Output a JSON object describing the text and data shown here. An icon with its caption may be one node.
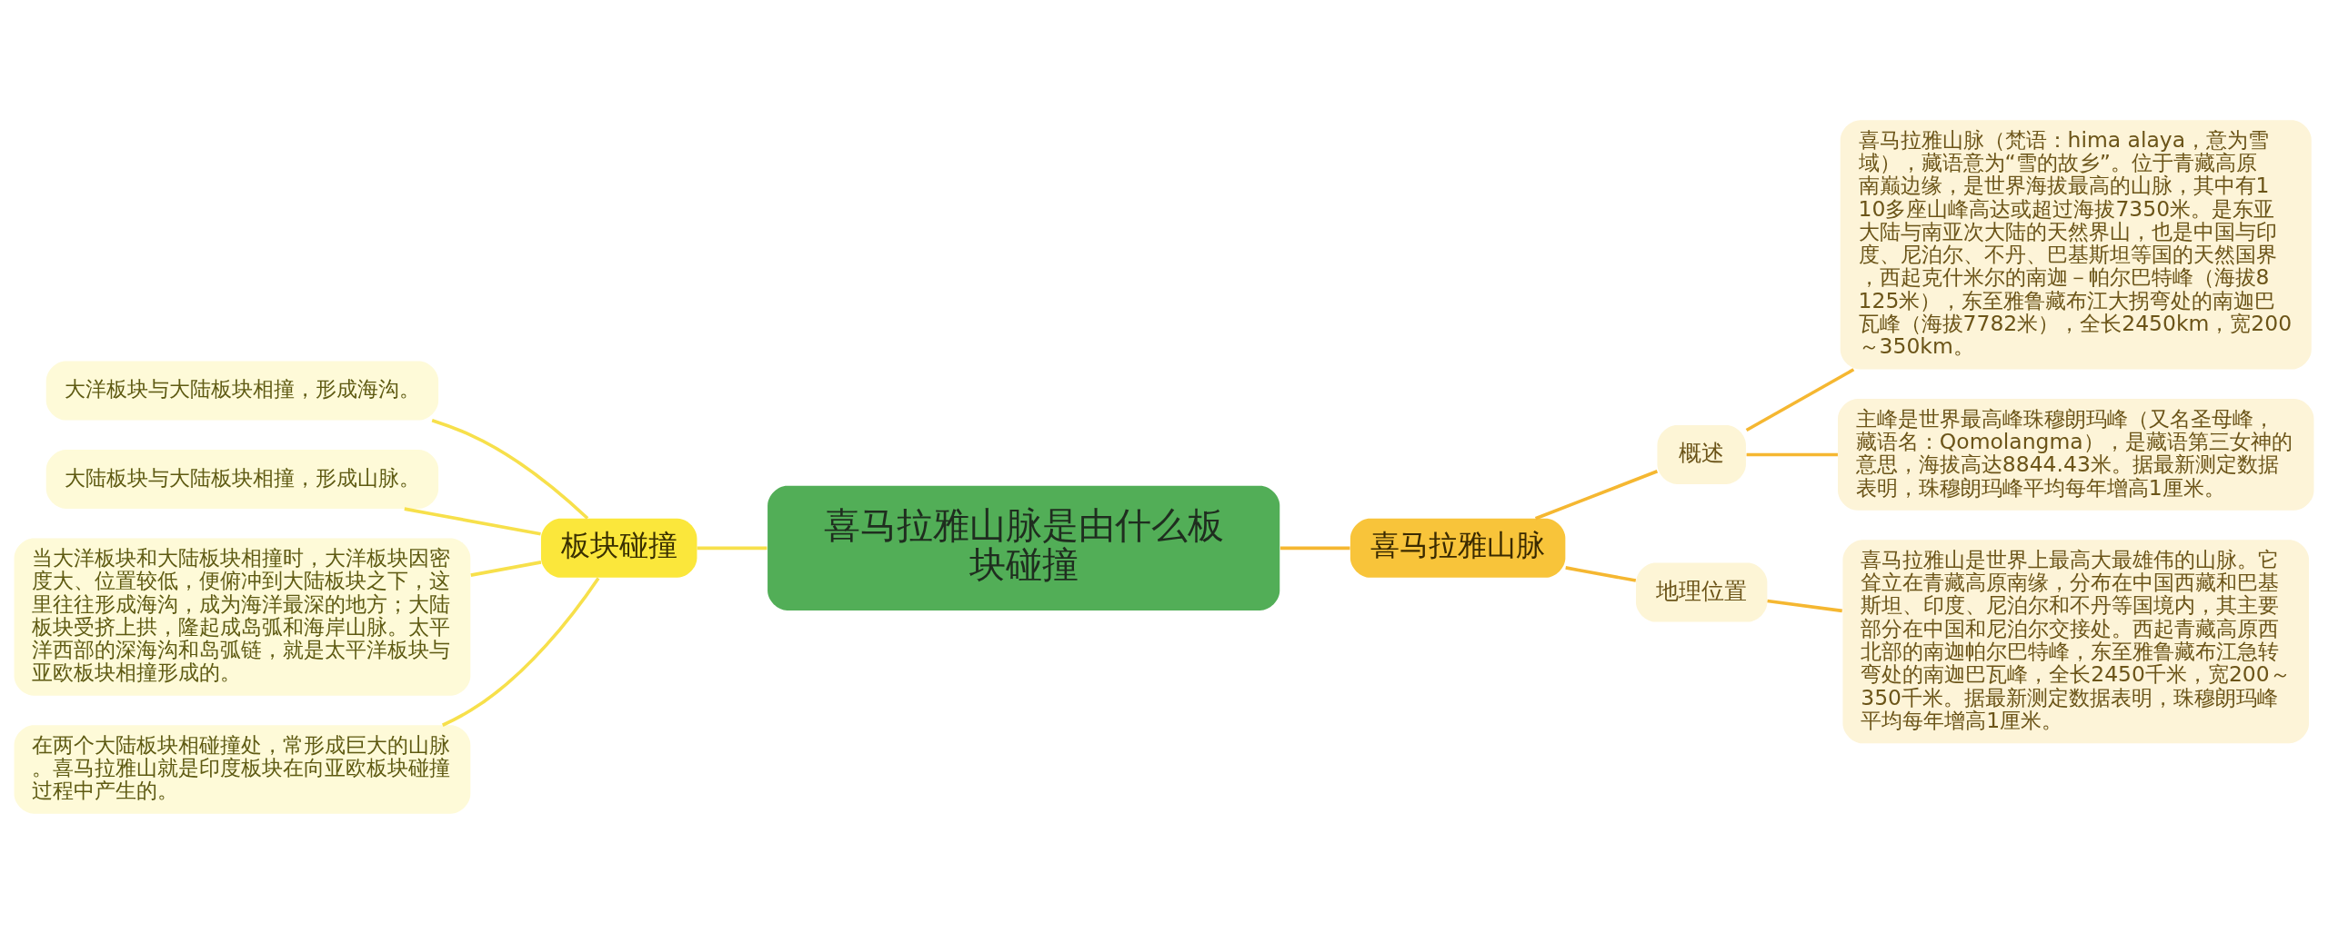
{
  "diagram": {
    "nodes": [
      {
        "text": [
          "喜马拉雅山脉是由什么板块碰撞"
        ]
      },
      {
        "text": [
          "板块碰撞"
        ]
      },
      {
        "text": [
          "大洋板块与大陆板块相撞，形成海沟。"
        ]
      },
      {
        "text": [
          "大陆板块与大陆板块相撞，形成山脉。"
        ]
      },
      {
        "text": [
          "当大洋板块和大陆板块相撞时，大洋板块因密度大、位置较低，便俯冲到大陆板块之下，这里往往形成海沟，成为海洋最深的地方；大陆板块受挤上拱，隆起成岛弧和海岸山脉。太平洋西部的深海沟和岛弧链，就是太平洋板块与亚欧板块相撞形成的。"
        ]
      },
      {
        "text": [
          "在两个大陆板块相碰撞处，常形成巨大的山脉。喜马拉雅山就是印度板块在向亚欧板块碰撞过程中产生的。"
        ]
      },
      {
        "text": [
          "喜马拉雅山脉"
        ]
      },
      {
        "text": [
          "概述"
        ]
      },
      {
        "text": [
          "喜马拉雅山脉（梵语：hima alaya，意为雪域），藏语意为“雪的故乡”。位于青藏高原南巅边缘，是世界海拔最高的山脉，其中有110多座山峰高达或超过海拔7350米。是东亚大陆与南亚次大陆的天然界山，也是中国与印度、尼泊尔、不丹、巴基斯坦等国的天然国界，西起克什米尔的南迦－帕尔巴特峰（海拔8125米），东至雅鲁藏布江大拐弯处的南迦巴瓦峰（海拔7782米），全长2450km，宽200～350km。"
        ]
      },
      {
        "text": [
          "主峰是世界最高峰珠穆朗玛峰（又名圣母峰，藏语名：Qomolangma），是藏语第三女神的意思，海拔高达8844.43米。据最新测定数据表明，珠穆朗玛峰平均每年增高1厘米。"
        ]
      },
      {
        "text": [
          "地理位置"
        ]
      },
      {
        "text": [
          "喜马拉雅山是世界上最高大最雄伟的山脉。它耸立在青藏高原南缘，分布在中国西藏和巴基斯坦、印度、尼泊尔和不丹等国境内，其主要部分在中国和尼泊尔交接处。西起青藏高原西北部的南迦帕尔巴特峰，东至雅鲁藏布江急转弯处的南迦巴瓦峰，全长2450千米，宽200～350千米。据最新测定数据表明，珠穆朗玛峰平均每年增高1厘米。"
        ]
      }
    ],
    "edges": [
      {
        "from": 0,
        "to": 1,
        "arrow": "none",
        "color": "#f7e04b"
      },
      {
        "from": 1,
        "to": 2,
        "arrow": "none",
        "color": "#f7e04b"
      },
      {
        "from": 1,
        "to": 3,
        "arrow": "none",
        "color": "#f7e04b"
      },
      {
        "from": 1,
        "to": 4,
        "arrow": "none",
        "color": "#f7e04b"
      },
      {
        "from": 1,
        "to": 5,
        "arrow": "none",
        "color": "#f7e04b"
      },
      {
        "from": 0,
        "to": 6,
        "arrow": "none"
      },
      {
        "from": 6,
        "to": 7,
        "arrow": "none"
      },
      {
        "from": 7,
        "to": 8,
        "arrow": "none"
      },
      {
        "from": 7,
        "to": 9,
        "arrow": "none"
      },
      {
        "from": 6,
        "to": 10,
        "arrow": "none"
      },
      {
        "from": 10,
        "to": 11,
        "arrow": "none"
      }
    ]
  }
}
